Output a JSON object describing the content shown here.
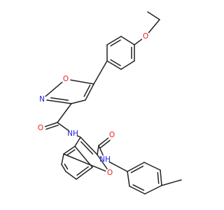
{
  "colors": {
    "bond": "#222222",
    "oxygen": "#e8231a",
    "nitrogen": "#2020dd",
    "background": "#ffffff"
  },
  "atom_labels": {
    "ether_o": "O",
    "isoxazole_o": "O",
    "isoxazole_n": "N",
    "amide1_o": "O",
    "amide1_nh": "NH",
    "furan_o": "O",
    "amide2_o": "O",
    "amide2_nh": "NH"
  }
}
